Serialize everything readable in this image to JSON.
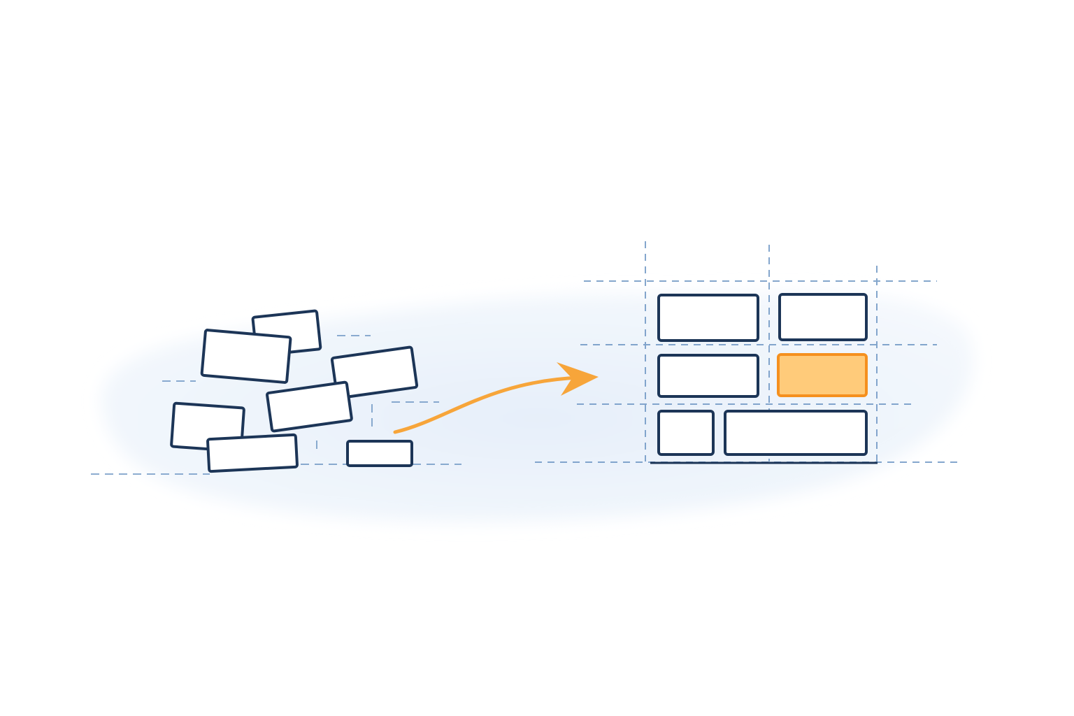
{
  "colors": {
    "background": "#ffffff",
    "outline": "#1c3557",
    "guide": "#6f97c4",
    "blob": "#eaf2fb",
    "accent_fill": "#ffcb7a",
    "accent_stroke": "#f5901e",
    "arrow": "#f7a53a"
  },
  "illustration": {
    "scattered_blocks": 7,
    "organized_blocks": 6,
    "highlighted_block": 4
  }
}
